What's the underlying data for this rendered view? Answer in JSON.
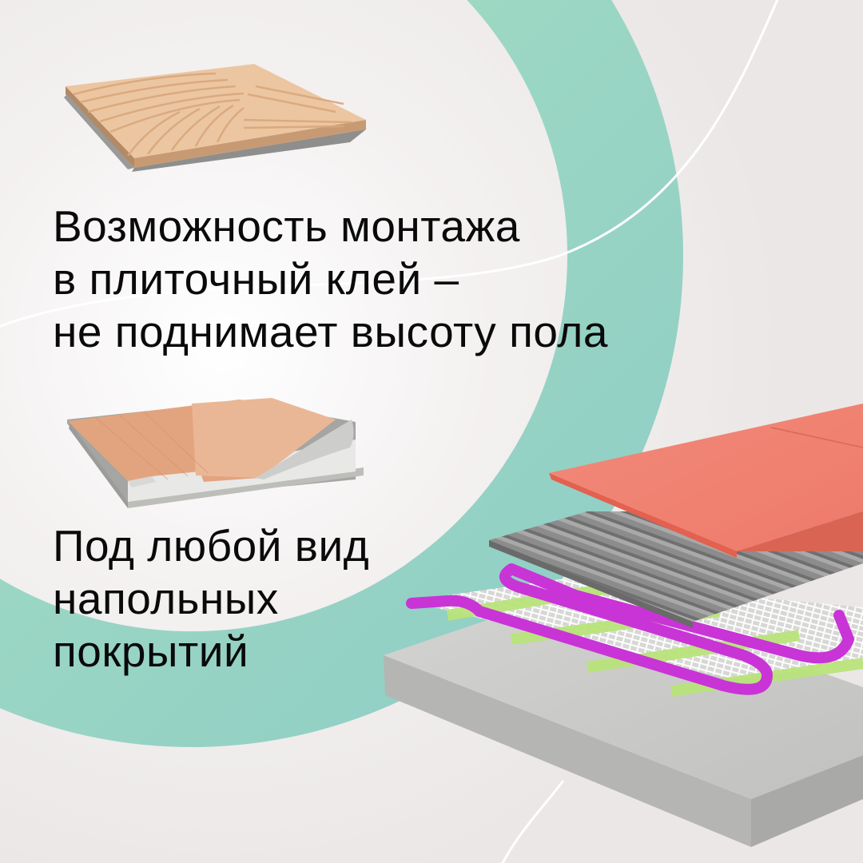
{
  "features": [
    {
      "illustration": "tile-adhesive-on-screed-icon",
      "lines": [
        "Возможность монтажа",
        "в плиточный клей –",
        "не поднимает высоту пола"
      ]
    },
    {
      "illustration": "floor-covering-layers-icon",
      "lines": [
        "Под любой вид",
        "напольных",
        "покрытий"
      ]
    }
  ],
  "hero_illustration": "heating-mat-floor-layers-icon",
  "colors": {
    "ring_start": "#a9e1bf",
    "ring_end": "#8fcfc4",
    "tile": "#f08070",
    "adhesive": "#8f8f8f",
    "cable": "#c934d6",
    "tape": "#b8e47a",
    "concrete": "#c9c9c7",
    "text": "#0a0a0a"
  }
}
